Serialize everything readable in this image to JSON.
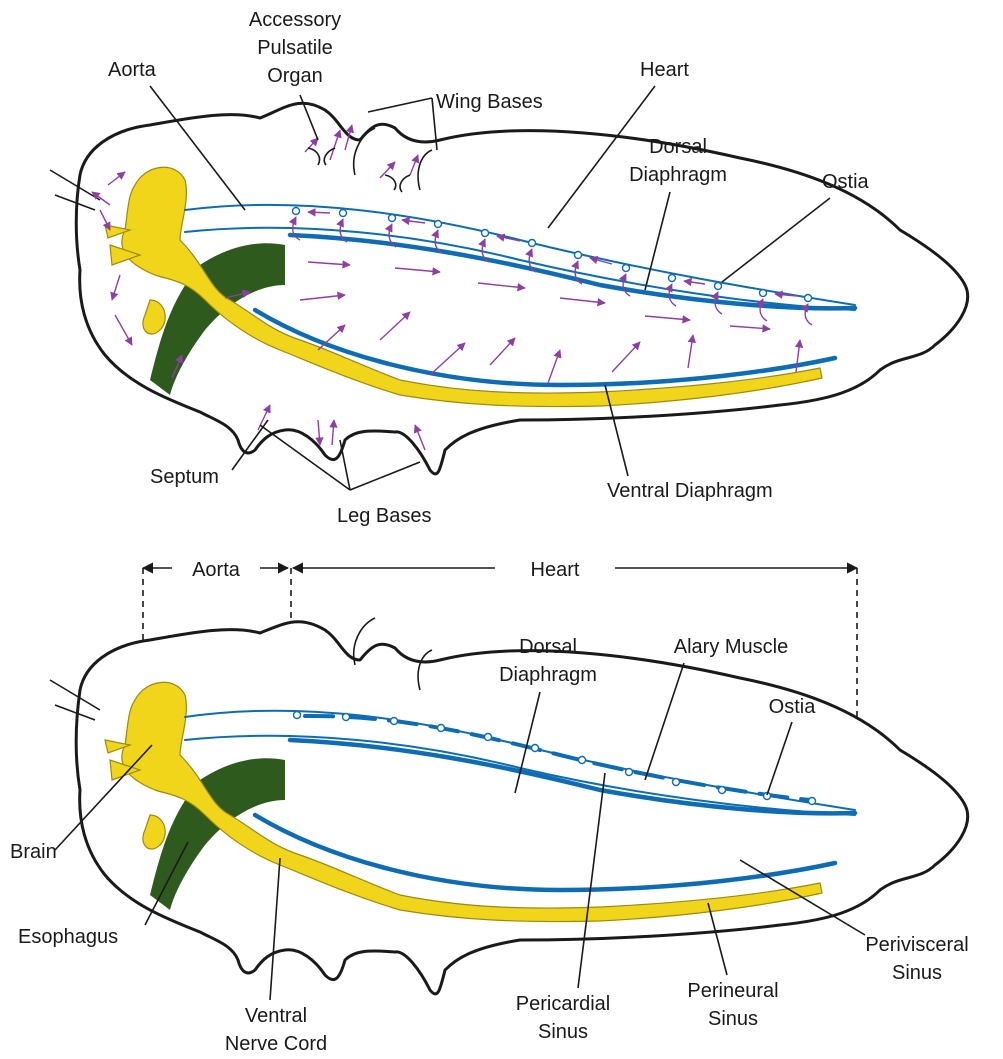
{
  "colors": {
    "vessel_blue": "#0d6cb4",
    "flow_purple": "#8e3fa3",
    "nervous_yellow": "#f0d51a",
    "gut_green": "#2f5a1e",
    "outline": "#1a1a1a"
  },
  "top_panel": {
    "labels": {
      "accessory_organ": [
        "Accessory",
        "Pulsatile",
        "Organ"
      ],
      "aorta": "Aorta",
      "wing_bases": "Wing Bases",
      "heart": "Heart",
      "dorsal_diaphragm": [
        "Dorsal",
        "Diaphragm"
      ],
      "ostia": "Ostia",
      "septum": "Septum",
      "leg_bases": "Leg Bases",
      "ventral_diaphragm": "Ventral Diaphragm"
    }
  },
  "bottom_panel": {
    "labels": {
      "aorta_span": "Aorta",
      "heart_span": "Heart",
      "dorsal_diaphragm": [
        "Dorsal",
        "Diaphragm"
      ],
      "alary_muscle": "Alary Muscle",
      "ostia": "Ostia",
      "brain": "Brain",
      "esophagus": "Esophagus",
      "ventral_nerve_cord": [
        "Ventral",
        "Nerve Cord"
      ],
      "pericardial_sinus": [
        "Pericardial",
        "Sinus"
      ],
      "perineural_sinus": [
        "Perineural",
        "Sinus"
      ],
      "perivisceral_sinus": [
        "Perivisceral",
        "Sinus"
      ]
    }
  }
}
